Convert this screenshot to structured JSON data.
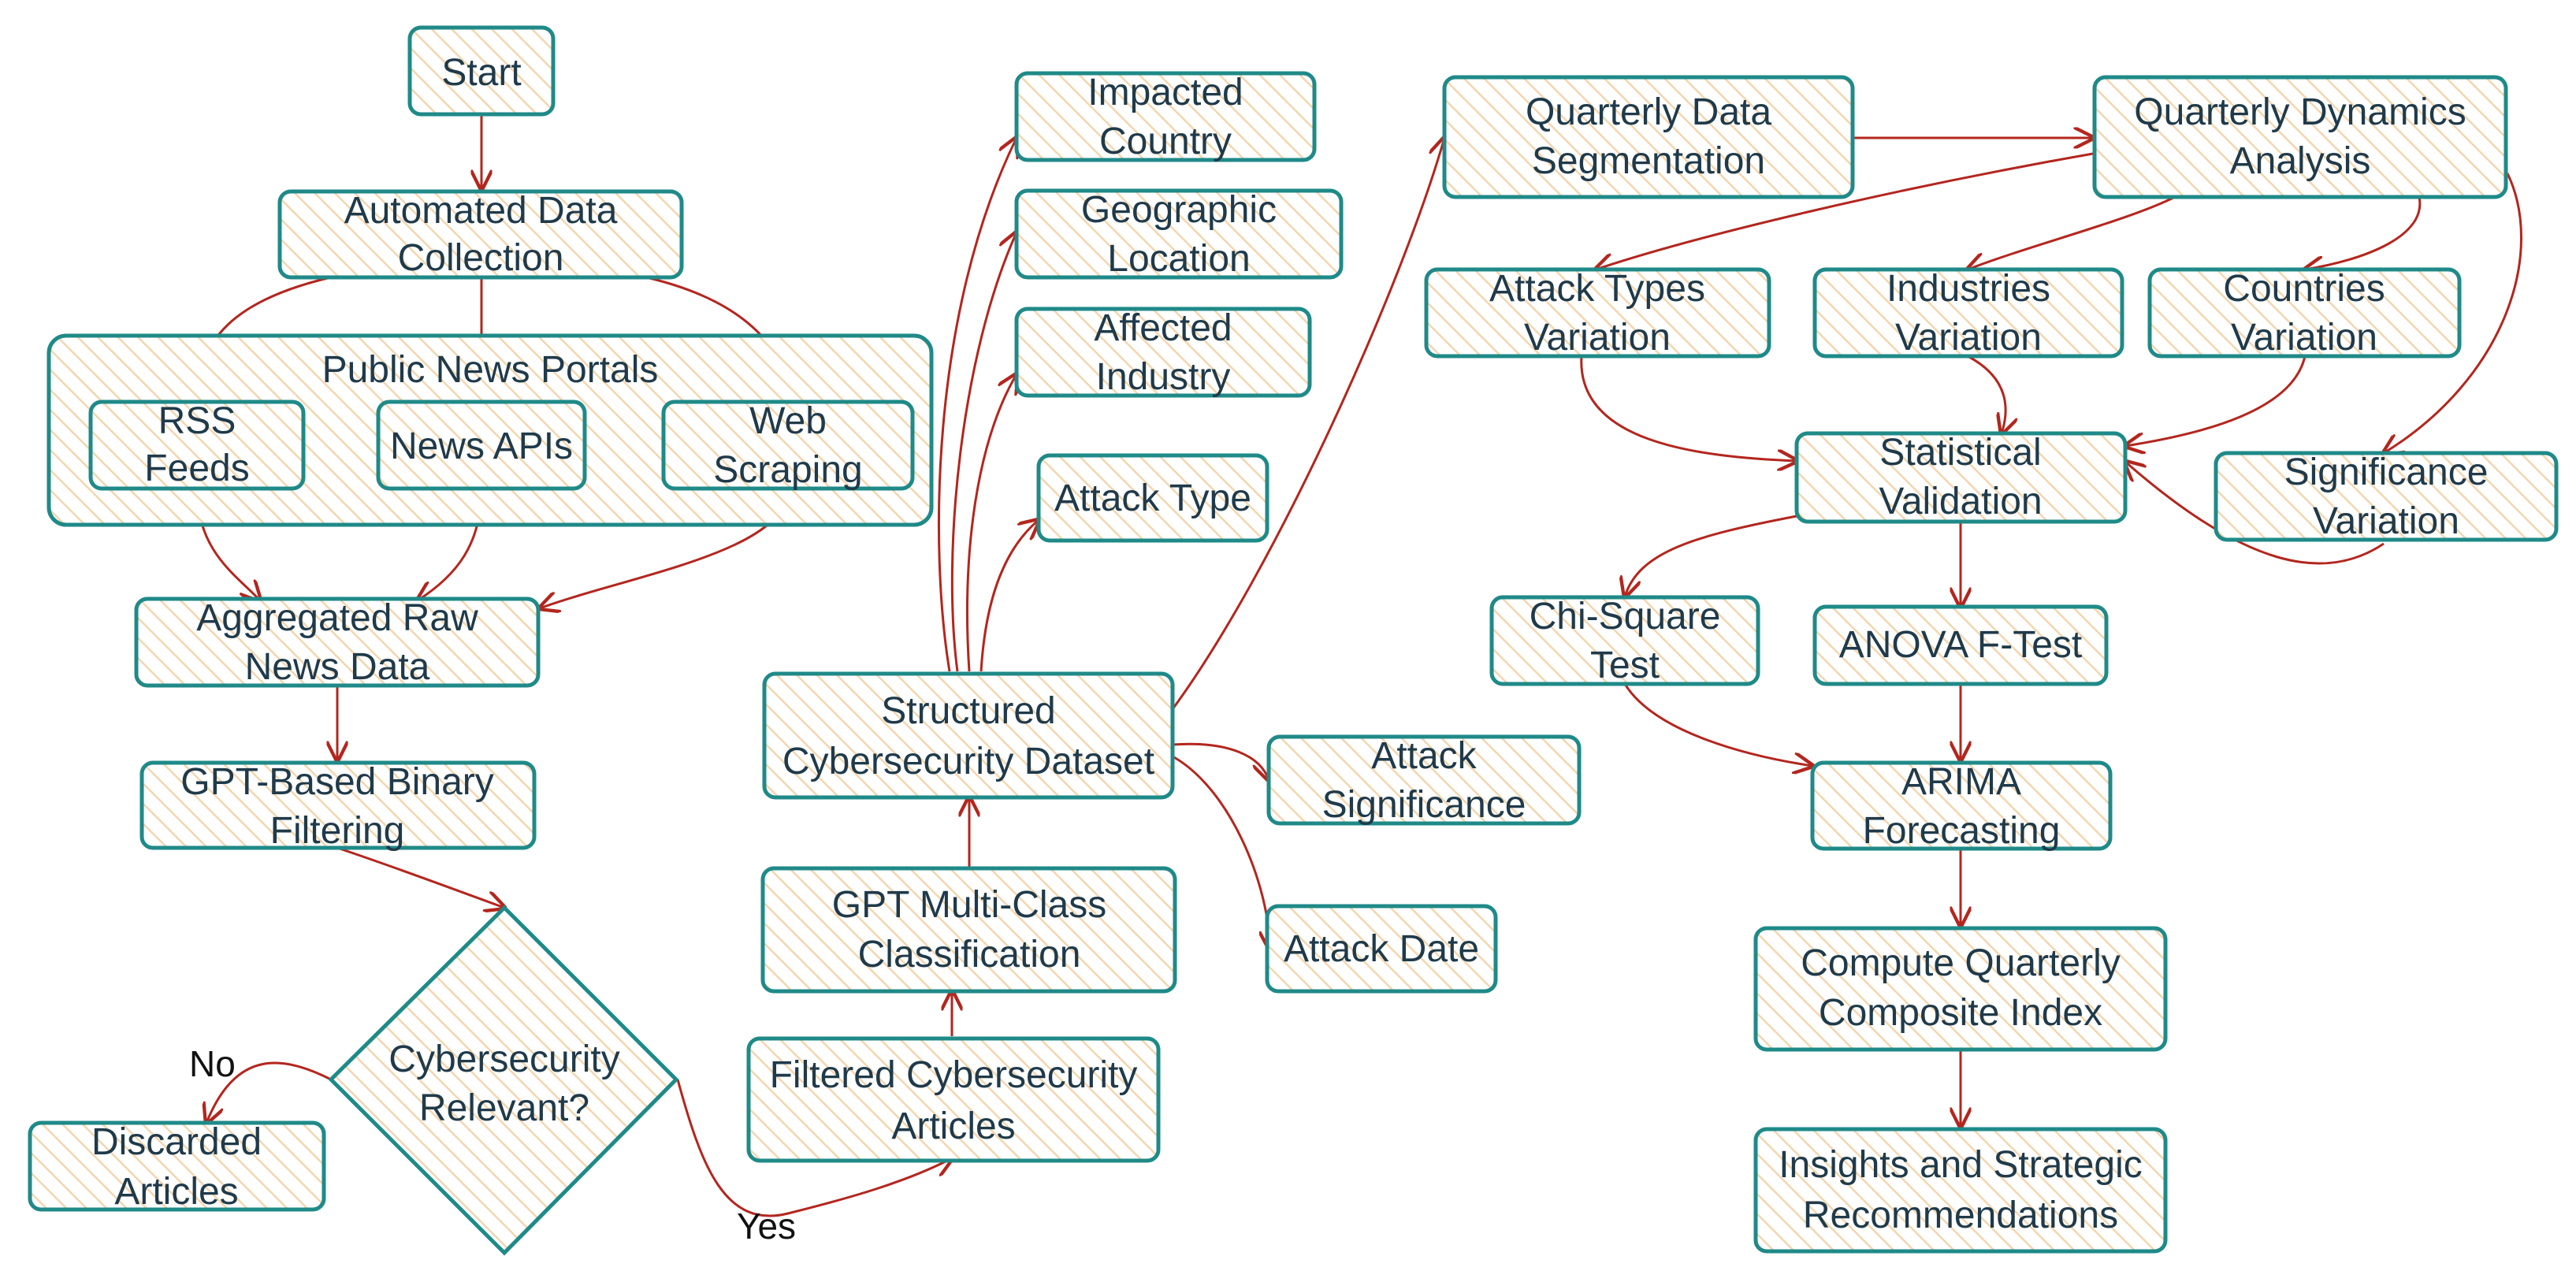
{
  "colors": {
    "node_stroke": "#1f8a88",
    "hatch": "#f3d6b0",
    "edge": "#b3261e",
    "text": "#1f3a4a"
  },
  "nodes": {
    "start": {
      "lines": [
        "Start"
      ]
    },
    "automated_data_collection": {
      "lines": [
        "Automated Data",
        "Collection"
      ]
    },
    "public_news_portals": {
      "lines": [
        "Public News Portals"
      ]
    },
    "rss_feeds": {
      "lines": [
        "RSS",
        "Feeds"
      ]
    },
    "news_apis": {
      "lines": [
        "News APIs"
      ]
    },
    "web_scraping": {
      "lines": [
        "Web",
        "Scraping"
      ]
    },
    "aggregated_raw_news_data": {
      "lines": [
        "Aggregated Raw",
        "News Data"
      ]
    },
    "gpt_binary_filtering": {
      "lines": [
        "GPT-Based Binary",
        "Filtering"
      ]
    },
    "cybersecurity_relevant": {
      "lines": [
        "Cybersecurity",
        "Relevant?"
      ]
    },
    "discarded_articles": {
      "lines": [
        "Discarded",
        "Articles"
      ]
    },
    "filtered_cybersecurity_articles": {
      "lines": [
        "Filtered Cybersecurity",
        "Articles"
      ]
    },
    "gpt_multiclass_classification": {
      "lines": [
        "GPT Multi-Class",
        "Classification"
      ]
    },
    "structured_cybersecurity_dataset": {
      "lines": [
        "Structured",
        "Cybersecurity Dataset"
      ]
    },
    "impacted_country": {
      "lines": [
        "Impacted",
        "Country"
      ]
    },
    "geographic_location": {
      "lines": [
        "Geographic",
        "Location"
      ]
    },
    "affected_industry": {
      "lines": [
        "Affected",
        "Industry"
      ]
    },
    "attack_type": {
      "lines": [
        "Attack Type"
      ]
    },
    "attack_significance": {
      "lines": [
        "Attack",
        "Significance"
      ]
    },
    "attack_date": {
      "lines": [
        "Attack Date"
      ]
    },
    "quarterly_data_segmentation": {
      "lines": [
        "Quarterly Data",
        "Segmentation"
      ]
    },
    "quarterly_dynamics_analysis": {
      "lines": [
        "Quarterly Dynamics",
        "Analysis"
      ]
    },
    "attack_types_variation": {
      "lines": [
        "Attack Types",
        "Variation"
      ]
    },
    "industries_variation": {
      "lines": [
        "Industries",
        "Variation"
      ]
    },
    "countries_variation": {
      "lines": [
        "Countries",
        "Variation"
      ]
    },
    "statistical_validation": {
      "lines": [
        "Statistical",
        "Validation"
      ]
    },
    "significance_variation": {
      "lines": [
        "Significance",
        "Variation"
      ]
    },
    "chi_square_test": {
      "lines": [
        "Chi-Square",
        "Test"
      ]
    },
    "anova_f_test": {
      "lines": [
        "ANOVA F-Test"
      ]
    },
    "arima_forecasting": {
      "lines": [
        "ARIMA",
        "Forecasting"
      ]
    },
    "compute_quarterly_composite_index": {
      "lines": [
        "Compute Quarterly",
        "Composite Index"
      ]
    },
    "insights_and_strategic_recommendations": {
      "lines": [
        "Insights and Strategic",
        "Recommendations"
      ]
    }
  },
  "edge_labels": {
    "no": "No",
    "yes": "Yes"
  }
}
